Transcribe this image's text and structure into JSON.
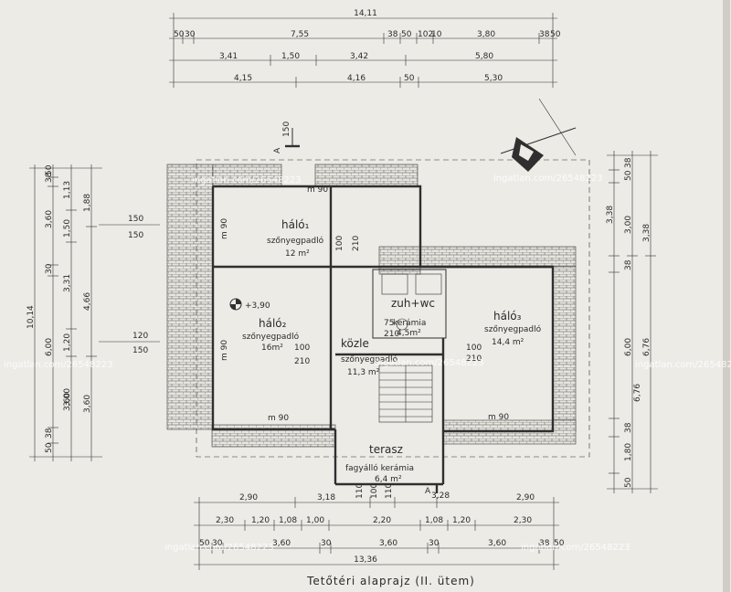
{
  "title": "Tetőtéri alaprajz (II. ütem)",
  "watermark": "ingatlan.com/26548223",
  "rooms": {
    "halo1": {
      "name": "háló₁",
      "floor": "szőnyegpadló",
      "area": "12 m²"
    },
    "halo2": {
      "name": "háló₂",
      "floor": "szőnyegpadló",
      "area": "16m²"
    },
    "halo3": {
      "name": "háló₃",
      "floor": "szőnyegpadló",
      "area": "14,4 m²"
    },
    "zuhwc": {
      "name": "zuh+wc",
      "floor": "kerámia",
      "area": "4,5m²"
    },
    "kozle": {
      "name": "közle",
      "floor": "szőnyegpadló",
      "area": "11,3 m²"
    },
    "terasz": {
      "name": "terasz",
      "floor": "fagyálló kerámia",
      "area": "6,4 m²"
    }
  },
  "level_mark": "+3,90",
  "section_mark": "A",
  "top_dims": {
    "total": "14,11",
    "row1": [
      "50",
      "30",
      "7,55",
      "38",
      "50",
      "102",
      "10",
      "3,80",
      "38",
      "50"
    ],
    "row2": [
      "3,41",
      "1,50",
      "3,42",
      "5,80"
    ],
    "row3": [
      "4,15",
      "4,16",
      "50",
      "5,30"
    ]
  },
  "bottom_dims": {
    "row1": [
      "2,90",
      "3,18",
      "3,28",
      "2,90"
    ],
    "row2": [
      "2,30",
      "1,20",
      "1,08",
      "1,00",
      "2,20",
      "1,08",
      "1,20",
      "2,30"
    ],
    "row3": [
      "50",
      "30",
      "3,60",
      "30",
      "3,60",
      "30",
      "3,60",
      "38",
      "50"
    ],
    "total": "13,36",
    "door_top": [
      "110",
      "100",
      "110"
    ]
  },
  "left_dims": {
    "total": "10,14",
    "outer": [
      "38",
      "50",
      "3,60",
      "30",
      "6,00",
      "3,60",
      "50",
      "38"
    ],
    "mid": [
      "1,13",
      "1,50",
      "3,31",
      "1,20",
      "3,00"
    ],
    "inner": [
      "1,88",
      "4,66",
      "3,60"
    ],
    "window": [
      "150",
      "150",
      "120",
      "150"
    ]
  },
  "right_dims": {
    "total": "6,76",
    "outer": [
      "38",
      "50",
      "3,38",
      "38",
      "6,00",
      "38",
      "1,80",
      "50"
    ],
    "inner": [
      "3,00",
      "3,38",
      "6,76"
    ]
  },
  "labels": {
    "m90": "m 90",
    "d100": "100",
    "d210": "210",
    "d75": "75",
    "d150": "150"
  }
}
